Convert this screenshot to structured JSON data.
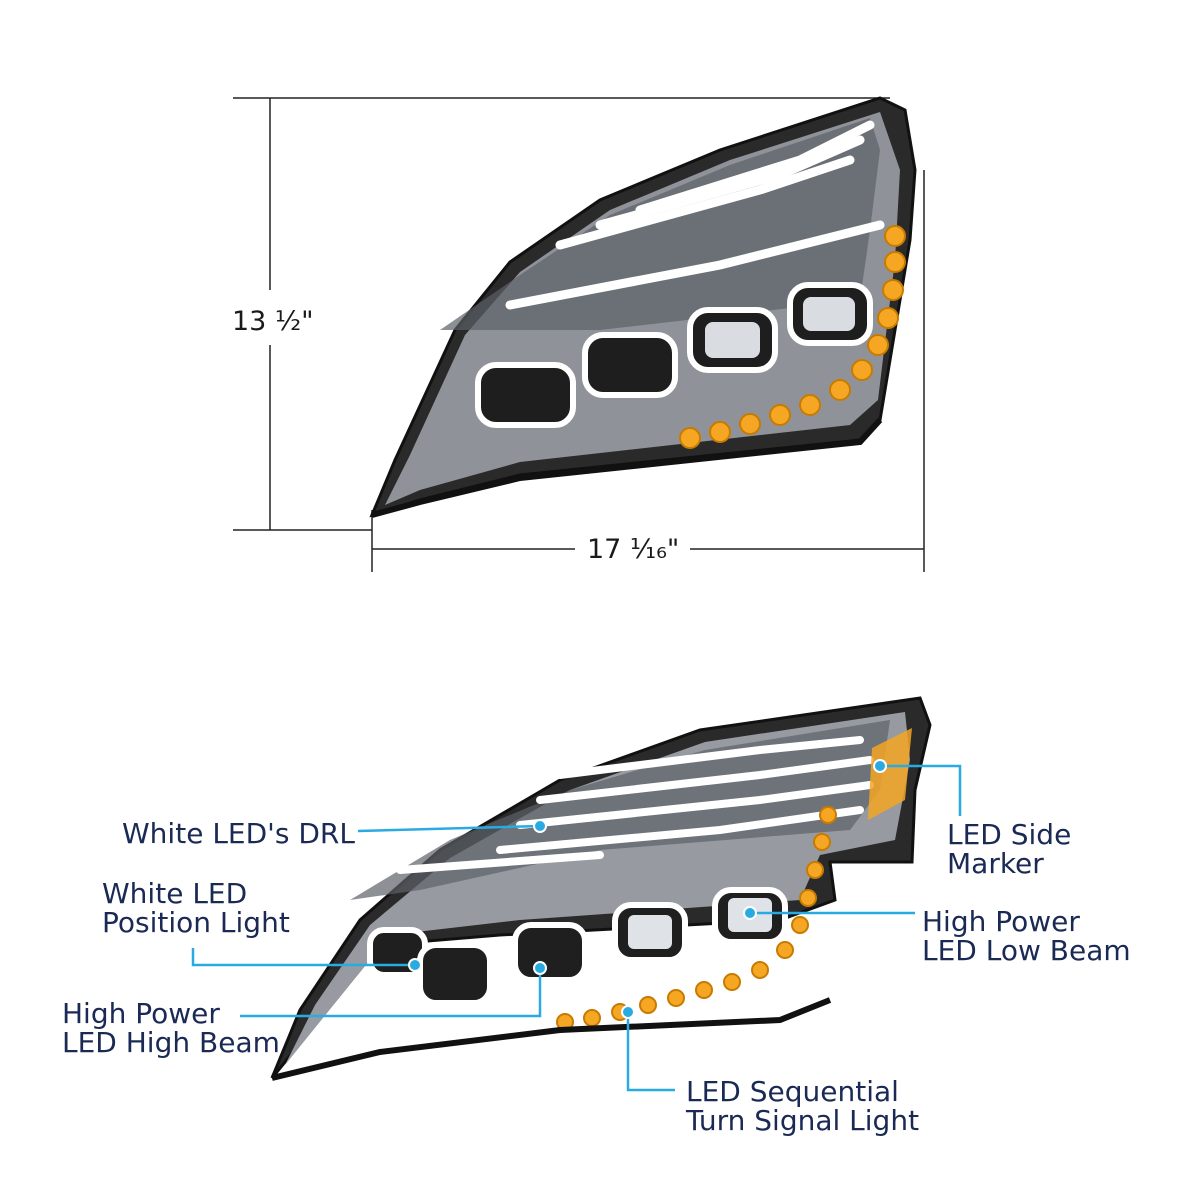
{
  "dimensions": {
    "height": "13 ½\"",
    "width": "17 ¹⁄₁₆\""
  },
  "callouts": {
    "drl": {
      "lines": [
        "White LED's DRL"
      ]
    },
    "position": {
      "lines": [
        "White LED",
        "Position Light"
      ]
    },
    "high_beam": {
      "lines": [
        "High Power",
        "LED High Beam"
      ]
    },
    "side_marker": {
      "lines": [
        "LED Side",
        "Marker"
      ]
    },
    "low_beam": {
      "lines": [
        "High Power",
        "LED Low Beam"
      ]
    },
    "turn_signal": {
      "lines": [
        "LED Sequential",
        "Turn Signal Light"
      ]
    }
  },
  "colors": {
    "label_text": "#1b2a55",
    "leader_line": "#29abe2",
    "amber_led": "#f5a623",
    "chrome_dark": "#1c1c1c"
  }
}
